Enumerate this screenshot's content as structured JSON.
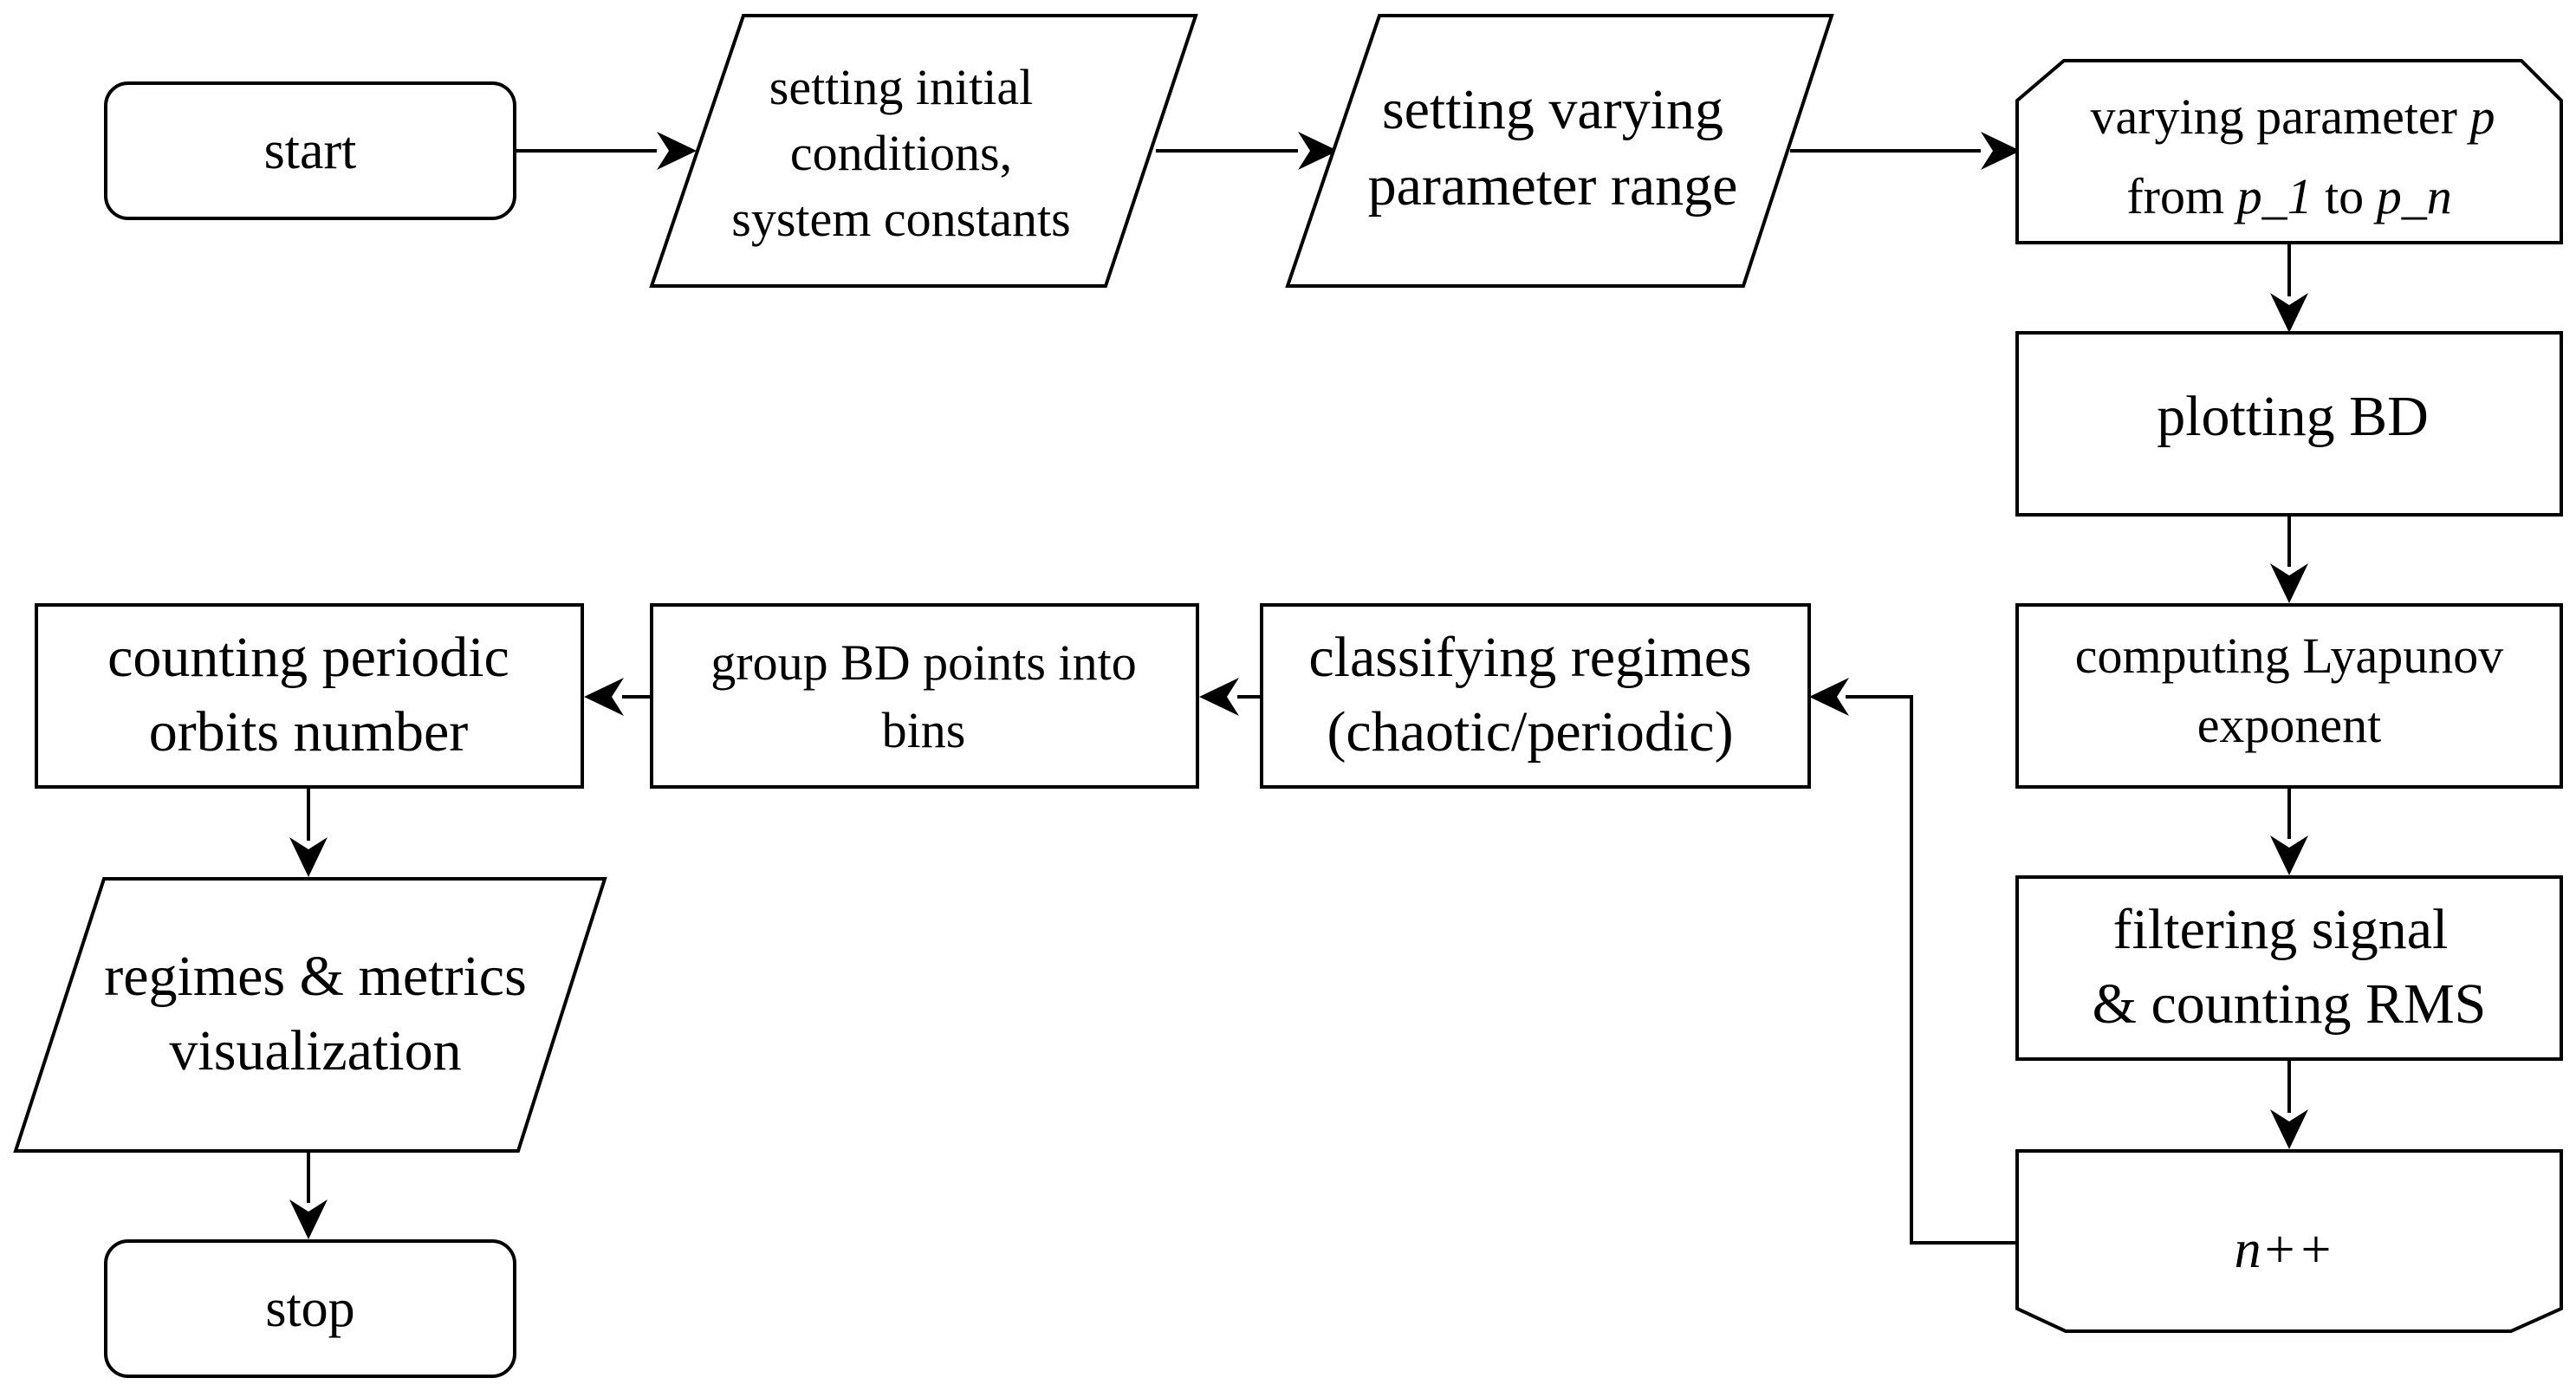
{
  "nodes": {
    "start": {
      "lines": [
        "start"
      ]
    },
    "initial_conditions": {
      "lines": [
        "setting initial",
        "conditions,",
        "system constants"
      ]
    },
    "param_range": {
      "lines": [
        "setting varying",
        "parameter range"
      ]
    },
    "loop_start": {
      "line1_text": "varying parameter ",
      "line1_var": "p",
      "line2_from": "from ",
      "line2_p1": "p_1",
      "line2_to": " to ",
      "line2_pn": "p_n"
    },
    "plotting_bd": {
      "lines": [
        "plotting BD"
      ]
    },
    "lyapunov": {
      "lines": [
        "computing Lyapunov",
        "exponent"
      ]
    },
    "filtering": {
      "lines": [
        "filtering signal",
        "& counting RMS"
      ]
    },
    "loop_end": {
      "lines": [
        "n++"
      ]
    },
    "classifying": {
      "lines": [
        "classifying regimes",
        "(chaotic/periodic)"
      ]
    },
    "group_bins": {
      "lines": [
        "group BD points into",
        "bins"
      ]
    },
    "counting_orbits": {
      "lines": [
        "counting periodic",
        "orbits number"
      ]
    },
    "visualization": {
      "lines": [
        "regimes & metrics",
        "visualization"
      ]
    },
    "stop": {
      "lines": [
        "stop"
      ]
    }
  }
}
